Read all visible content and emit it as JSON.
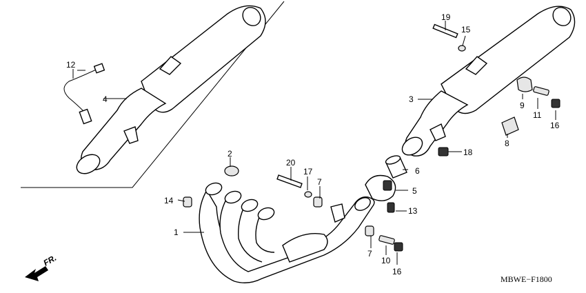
{
  "labels": {
    "p1": "1",
    "p2": "2",
    "p3": "3",
    "p4": "4",
    "p5": "5",
    "p6": "6",
    "p7a": "7",
    "p7b": "7",
    "p8": "8",
    "p9": "9",
    "p10": "10",
    "p11": "11",
    "p12": "12",
    "p13": "13",
    "p14": "14",
    "p15": "15",
    "p16a": "16",
    "p16b": "16",
    "p17": "17",
    "p18": "18",
    "p19": "19",
    "p20": "20"
  },
  "direction": "FR.",
  "diagram_code": "MBWE−F1800",
  "icons": {
    "direction_arrow": "front-arrow-icon"
  }
}
